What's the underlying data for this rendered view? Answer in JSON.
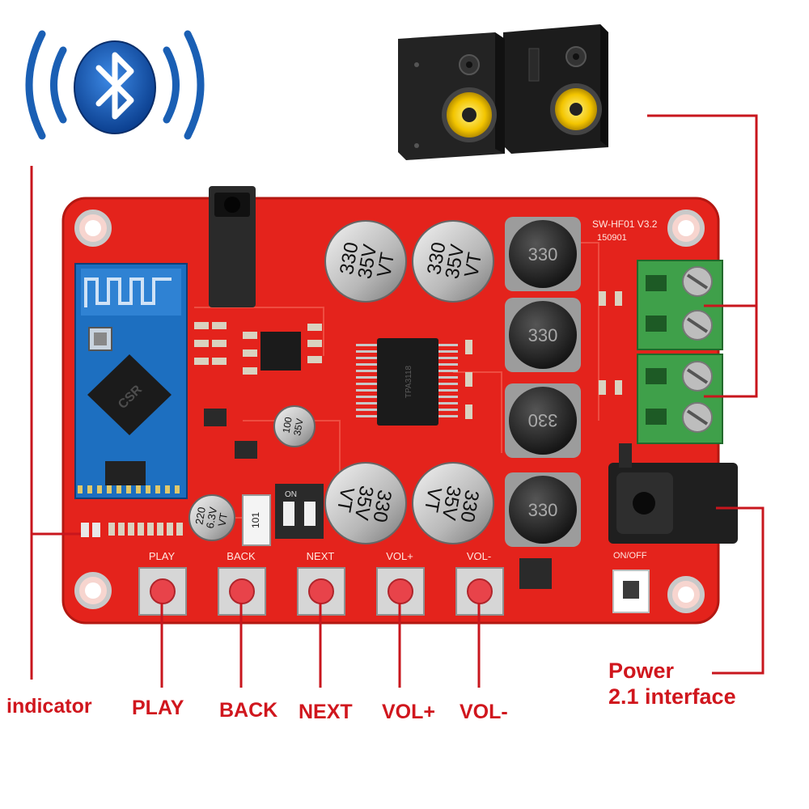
{
  "photo": {
    "bluetooth_icon": "bluetooth-icon",
    "speaker_icon": "speaker-icon",
    "colors": {
      "board": "#e4231c",
      "callout": "#c8161d",
      "terminal": "#3fa04a",
      "bluetooth": "#1a5fb4"
    }
  },
  "board": {
    "model": "SW-HF01 V3.2",
    "date_code": "150901",
    "capacitor_top_left": [
      "330",
      "35V",
      "VT"
    ],
    "capacitor_top_right": [
      "330",
      "35V",
      "VT"
    ],
    "capacitor_bottom_left": [
      "330",
      "35V",
      "VT"
    ],
    "capacitor_bottom_right": [
      "330",
      "35V",
      "VT"
    ],
    "capacitor_small_middle": [
      "100",
      "35V"
    ],
    "capacitor_small_left": [
      "220",
      "6.3V",
      "VT"
    ],
    "inductor_marking": "330",
    "resistor_marking": "101",
    "dip_switch_label": "ON",
    "button_labels": [
      "PLAY",
      "BACK",
      "NEXT",
      "VOL+",
      "VOL-"
    ],
    "switch_label": "ON/OFF",
    "chip_marking": "TPA3118"
  },
  "callouts": {
    "indicator": "indicator",
    "play": "PLAY",
    "back": "BACK",
    "next": "NEXT",
    "vol_up": "VOL+",
    "vol_down": "VOL-",
    "power_line1": "Power",
    "power_line2": "2.1 interface"
  }
}
